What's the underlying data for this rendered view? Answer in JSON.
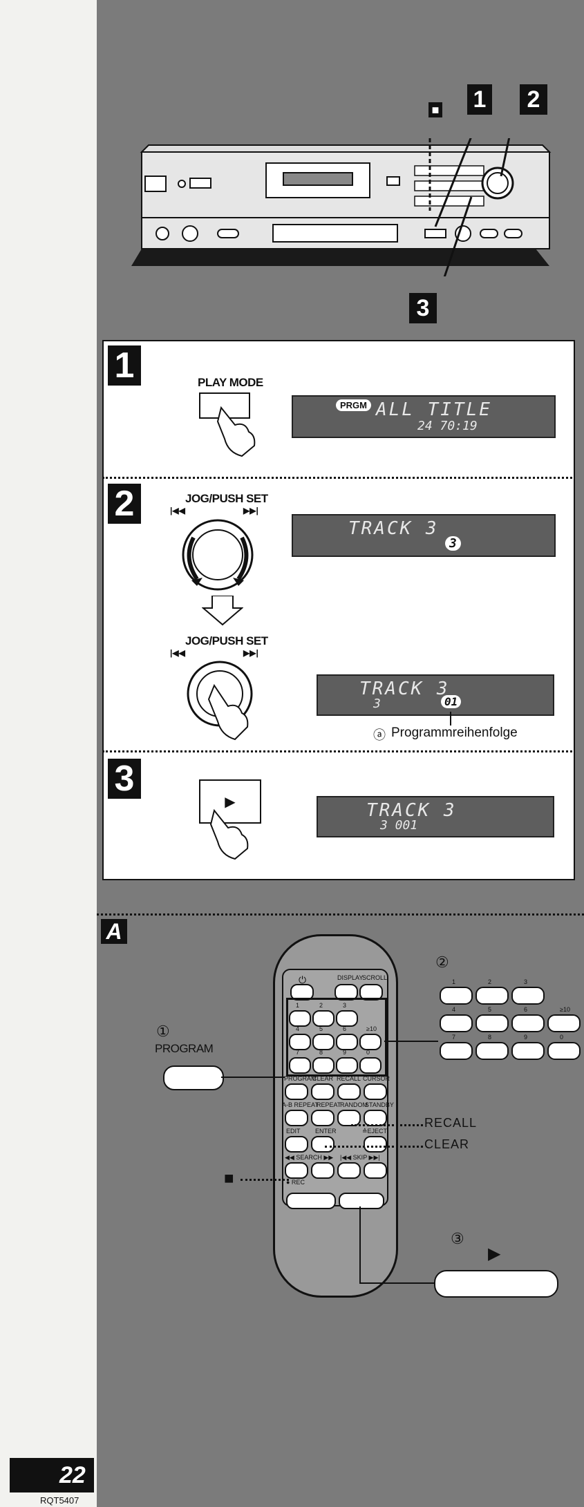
{
  "step1": {
    "number": "1",
    "button_label": "PLAY MODE",
    "lcd_badge": "PRGM",
    "lcd_main": "ALL TITLE",
    "lcd_sub": "24  70:19"
  },
  "step2": {
    "number": "2",
    "jog_label_top": "JOG/PUSH SET",
    "jog_label_bottom": "JOG/PUSH SET",
    "prev_symbol": "|◀◀",
    "next_symbol": "▶▶|",
    "lcd1_main": "TRACK  3",
    "lcd1_sub": "3",
    "lcd2_main": "TRACK  3",
    "lcd2_sub": "3",
    "lcd2_order": "01",
    "annotation_marker": "ⓐ",
    "annotation_text": "Programmreihenfolge"
  },
  "step3": {
    "number": "3",
    "play_symbol": "▶",
    "lcd_main": "TRACK  3",
    "lcd_sub": "3  001"
  },
  "device_callouts": {
    "stop": "■",
    "c1": "1",
    "c2": "2",
    "c3": "3"
  },
  "section_a": {
    "label": "A",
    "callout1_marker": "①",
    "callout1_label": "PROGRAM",
    "callout2_marker": "②",
    "callout3_marker": "③",
    "callout3_symbol": "▶",
    "recall_label": "RECALL",
    "clear_label": "CLEAR",
    "stop_symbol": "■",
    "remote": {
      "display": "DISPLAY",
      "scroll": "SCROLL",
      "power": "⏻",
      "row_labels": [
        "1",
        "2",
        "3",
        "",
        "4",
        "5",
        "6",
        "≥10",
        "7",
        "8",
        "9",
        "0"
      ],
      "fn1": [
        "PROGRAM",
        "CLEAR",
        "RECALL",
        "CURSOR"
      ],
      "fn2": [
        "A-B REPEAT",
        "REPEAT",
        "RANDOM",
        "STANDBY"
      ],
      "fn3": [
        "EDIT",
        "ENTER",
        "",
        "≙EJECT"
      ],
      "fn4": [
        "◀◀ SEARCH ▶▶",
        "",
        "|◀◀ SKIP ▶▶|",
        ""
      ],
      "rec": "● REC"
    },
    "keypad_labels": [
      "1",
      "2",
      "3",
      "4",
      "5",
      "6",
      "≥10",
      "7",
      "8",
      "9",
      "0"
    ]
  },
  "footer": {
    "page_number": "22",
    "code": "RQT5407"
  }
}
